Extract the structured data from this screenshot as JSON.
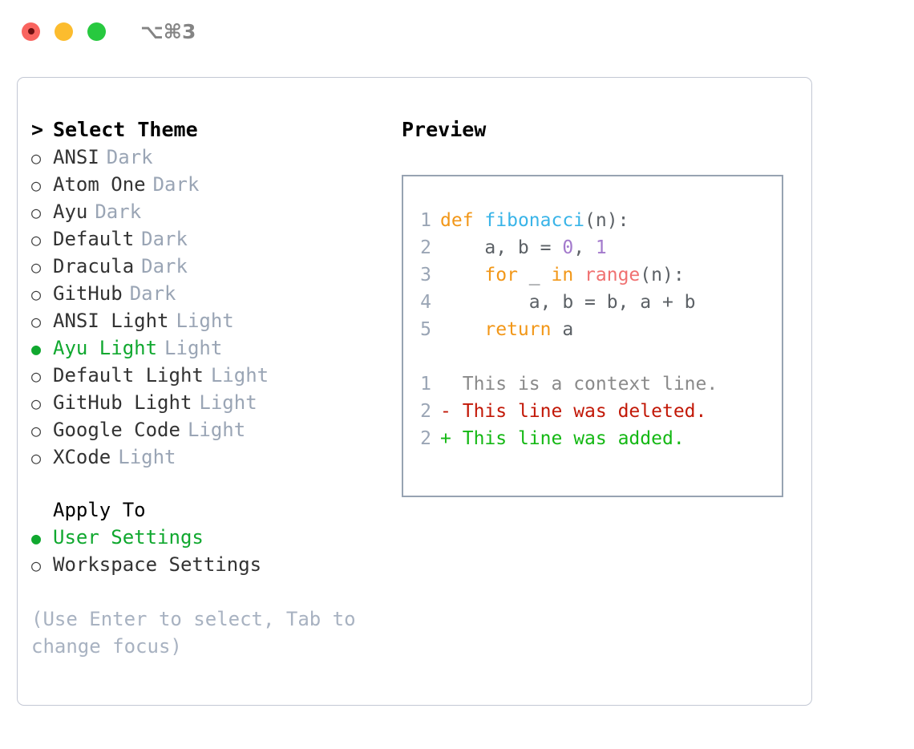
{
  "titlebar": {
    "shortcut": "⌥⌘3",
    "lights": [
      {
        "name": "close",
        "color": "#f9645f"
      },
      {
        "name": "minimize",
        "color": "#fcbc2e"
      },
      {
        "name": "maximize",
        "color": "#27c93f"
      }
    ]
  },
  "theme_picker": {
    "header_marker": ">",
    "header": "Select Theme",
    "bullet_off": "○",
    "bullet_on": "●",
    "items": [
      {
        "name": "ANSI",
        "category": "Dark",
        "selected": false
      },
      {
        "name": "Atom One",
        "category": "Dark",
        "selected": false
      },
      {
        "name": "Ayu",
        "category": "Dark",
        "selected": false
      },
      {
        "name": "Default",
        "category": "Dark",
        "selected": false
      },
      {
        "name": "Dracula",
        "category": "Dark",
        "selected": false
      },
      {
        "name": "GitHub",
        "category": "Dark",
        "selected": false
      },
      {
        "name": "ANSI Light",
        "category": "Light",
        "selected": false
      },
      {
        "name": "Ayu Light",
        "category": "Light",
        "selected": true
      },
      {
        "name": "Default Light",
        "category": "Light",
        "selected": false
      },
      {
        "name": "GitHub Light",
        "category": "Light",
        "selected": false
      },
      {
        "name": "Google Code",
        "category": "Light",
        "selected": false
      },
      {
        "name": "XCode",
        "category": "Light",
        "selected": false
      }
    ]
  },
  "apply_to": {
    "header": "Apply To",
    "options": [
      {
        "label": "User Settings",
        "selected": true
      },
      {
        "label": "Workspace Settings",
        "selected": false
      }
    ]
  },
  "hint": "(Use Enter to select, Tab to\nchange focus)",
  "preview": {
    "title": "Preview",
    "code": [
      {
        "lnum": "1",
        "tokens": [
          {
            "t": "def",
            "c": "kw"
          },
          {
            "t": " ",
            "c": "plain"
          },
          {
            "t": "fibonacci",
            "c": "fn"
          },
          {
            "t": "(n):",
            "c": "punc"
          }
        ]
      },
      {
        "lnum": "2",
        "tokens": [
          {
            "t": "    a, b = ",
            "c": "punc"
          },
          {
            "t": "0",
            "c": "num"
          },
          {
            "t": ", ",
            "c": "punc"
          },
          {
            "t": "1",
            "c": "num"
          }
        ]
      },
      {
        "lnum": "3",
        "tokens": [
          {
            "t": "    ",
            "c": "plain"
          },
          {
            "t": "for",
            "c": "kw"
          },
          {
            "t": " _ ",
            "c": "punc"
          },
          {
            "t": "in",
            "c": "kw"
          },
          {
            "t": " ",
            "c": "plain"
          },
          {
            "t": "range",
            "c": "bfn"
          },
          {
            "t": "(n):",
            "c": "punc"
          }
        ]
      },
      {
        "lnum": "4",
        "tokens": [
          {
            "t": "        a, b = b, a + b",
            "c": "punc"
          }
        ]
      },
      {
        "lnum": "5",
        "tokens": [
          {
            "t": "    ",
            "c": "plain"
          },
          {
            "t": "return",
            "c": "kw"
          },
          {
            "t": " a",
            "c": "punc"
          }
        ]
      }
    ],
    "diff": [
      {
        "lnum": "1",
        "sign": " ",
        "text": "This is a context line.",
        "kind": "ctx"
      },
      {
        "lnum": "2",
        "sign": "-",
        "text": "This line was deleted.",
        "kind": "del"
      },
      {
        "lnum": "2",
        "sign": "+",
        "text": "This line was added.",
        "kind": "add"
      }
    ]
  },
  "colors": {
    "accent_green": "#10a82f",
    "muted": "#9aa5b5",
    "keyword": "#f29718",
    "function": "#39b4e8",
    "number": "#a37acc",
    "builtin": "#f07171",
    "diff_delete": "#c21807",
    "diff_add": "#14b814",
    "panel_border": "#c3c8d4",
    "preview_border": "#97a3b2"
  }
}
